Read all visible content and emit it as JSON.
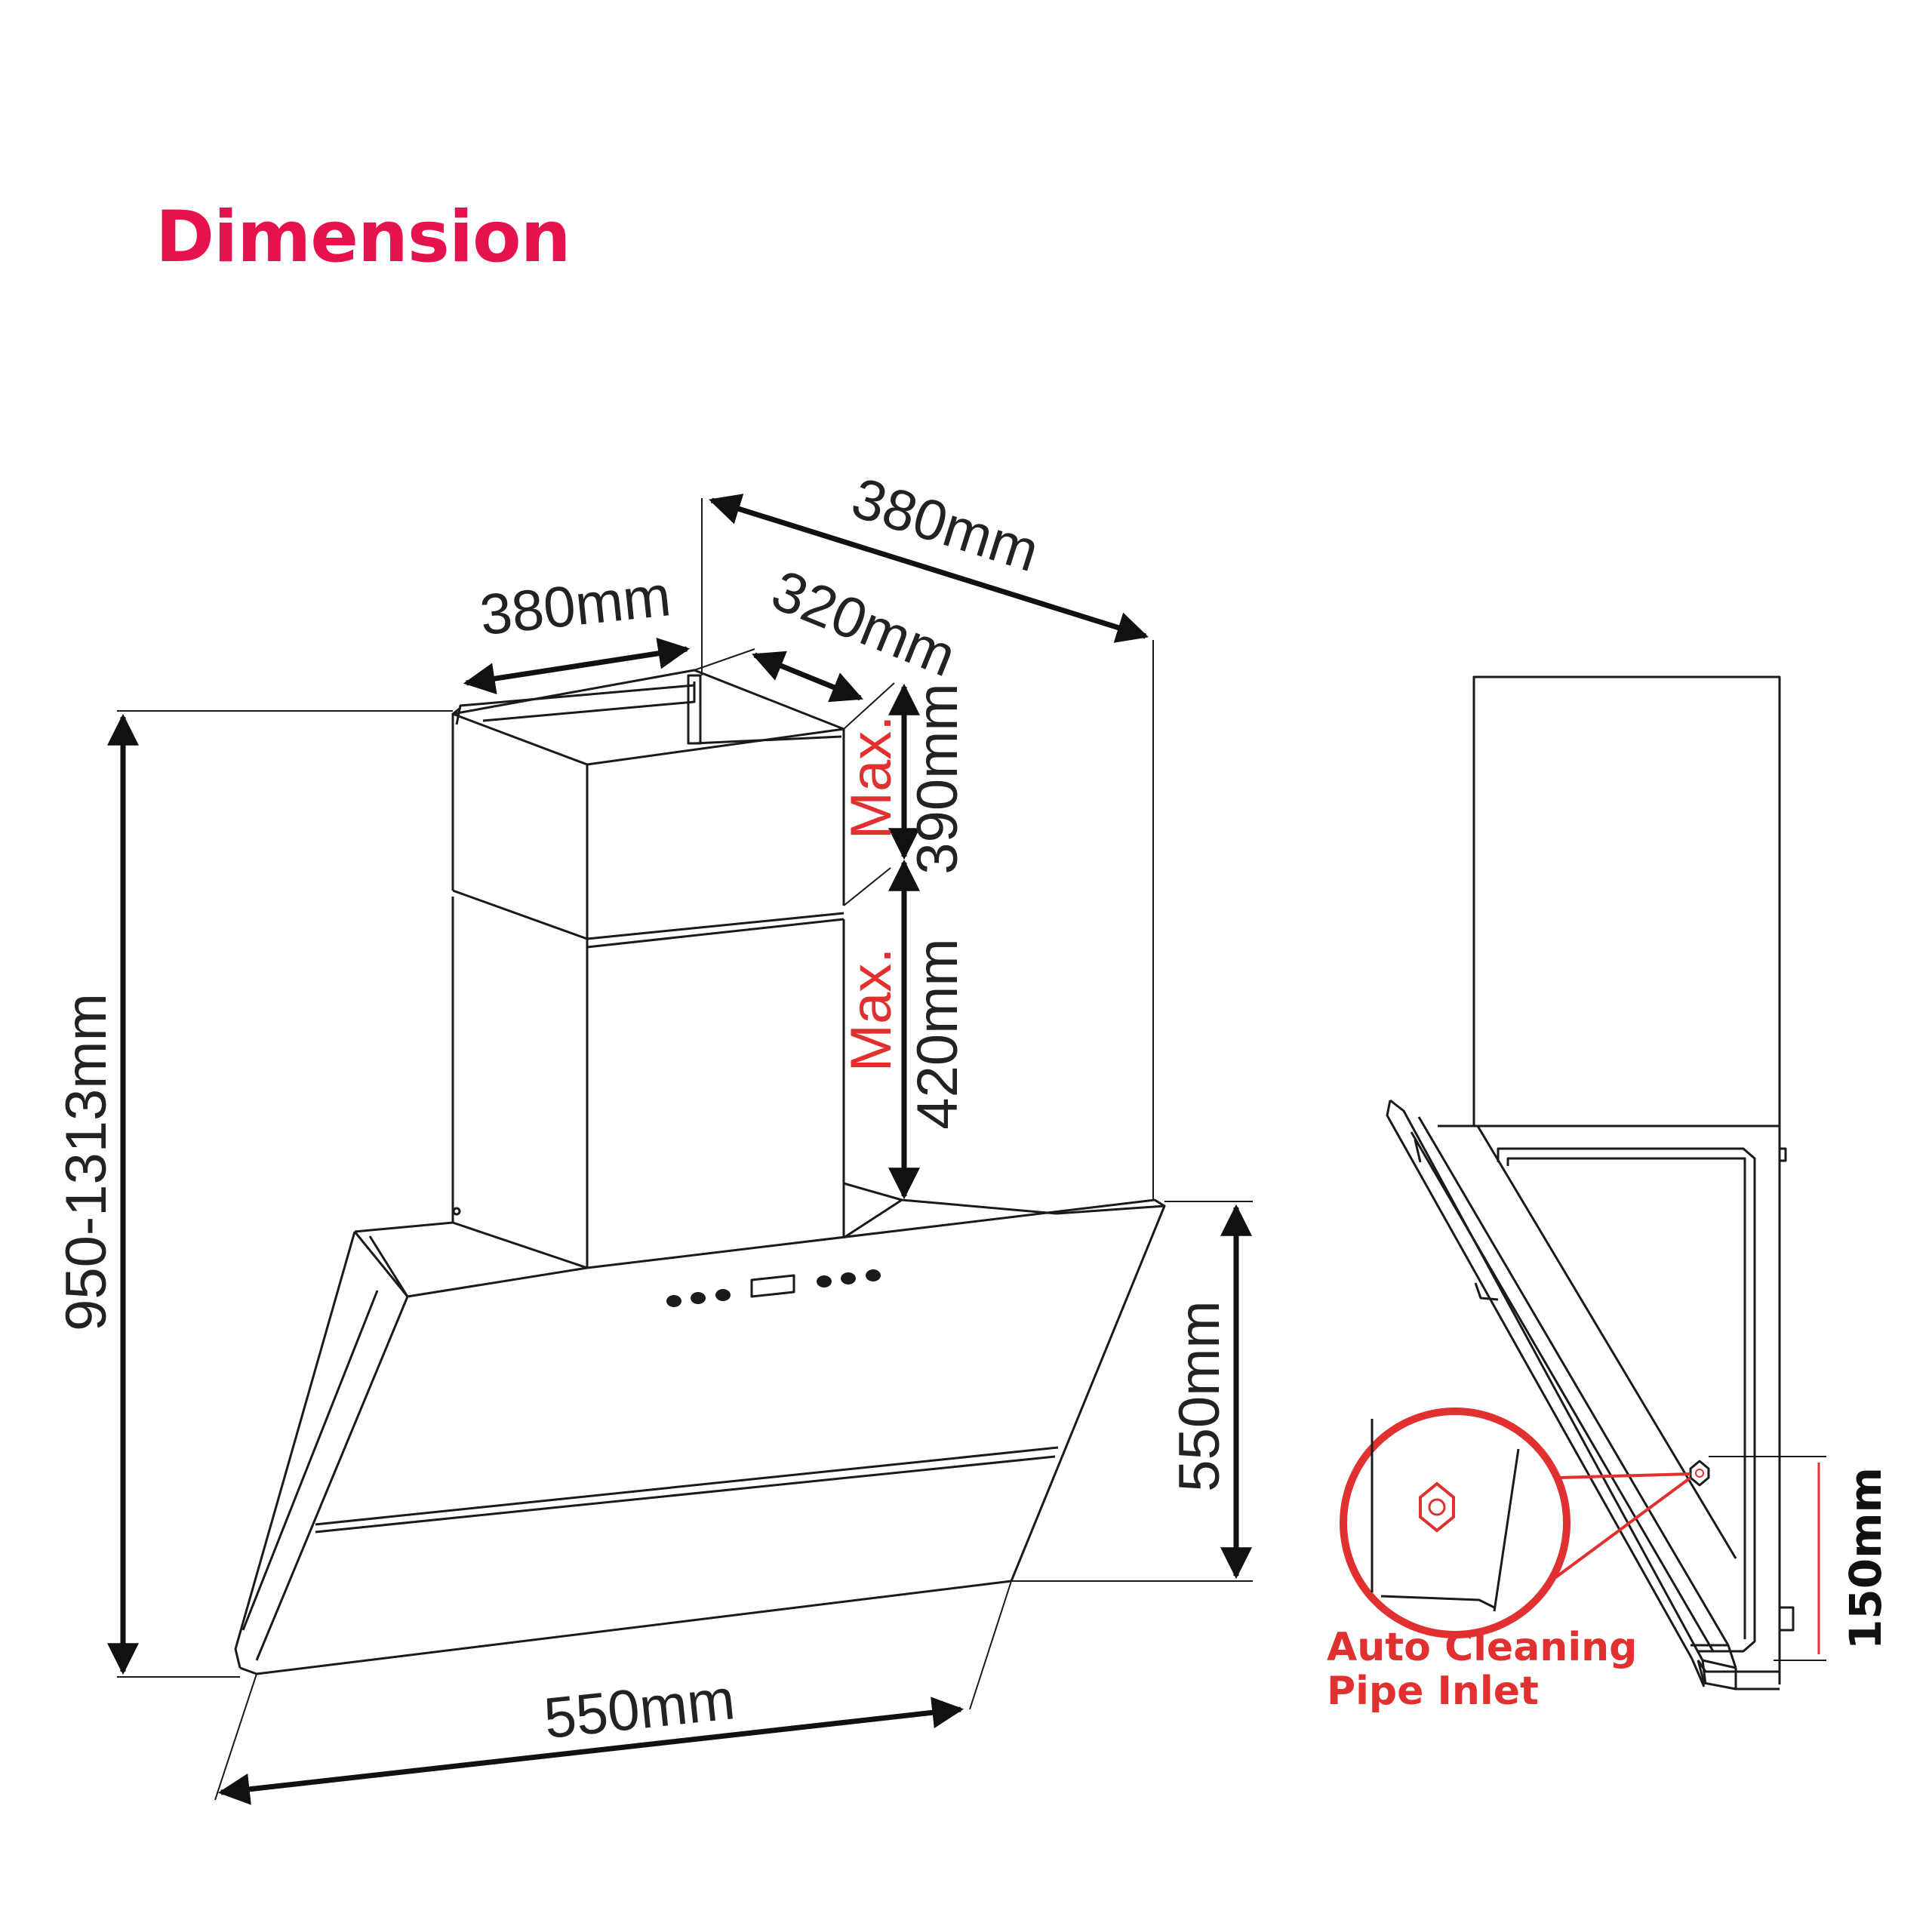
{
  "title": "Dimension",
  "colors": {
    "accent": "#e5124d",
    "callout_red": "#e03030",
    "line": "#1a1a1a"
  },
  "front_view": {
    "duct_width": "380mm",
    "overall_depth": "380mm",
    "duct_depth": "320mm",
    "upper_duct_qualifier": "Max.",
    "upper_duct_height": "390mm",
    "lower_duct_qualifier": "Max.",
    "lower_duct_height": "420mm",
    "total_height": "950-1313mm",
    "hood_height": "550mm",
    "hood_width": "550mm"
  },
  "side_view": {
    "inlet_height": "150mm",
    "callout_line1": "Auto Cleaning",
    "callout_line2": "Pipe Inlet"
  }
}
